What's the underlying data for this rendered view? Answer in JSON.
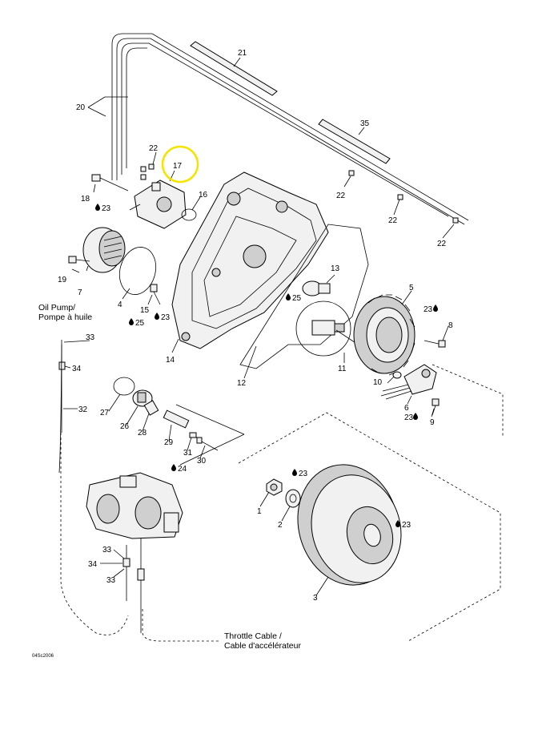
{
  "highlight_color": "#f5e400",
  "labels": {
    "p1": "1",
    "p2": "2",
    "p3": "3",
    "p4": "4",
    "p5": "5",
    "p6": "6",
    "p7": "7",
    "p8": "8",
    "p9": "9",
    "p10": "10",
    "p11": "11",
    "p12": "12",
    "p13": "13",
    "p14": "14",
    "p15": "15",
    "p16": "16",
    "p17": "17",
    "p18": "18",
    "p19": "19",
    "p20": "20",
    "p21": "21",
    "p22": "22",
    "p23": "23",
    "p24": "24",
    "p25": "25",
    "p26": "26",
    "p27": "27",
    "p28": "28",
    "p29": "29",
    "p30": "30",
    "p31": "31",
    "p32": "32",
    "p33": "33",
    "p34": "34",
    "p35": "35"
  },
  "captions": {
    "oil_pump_en": "Oil Pump/",
    "oil_pump_fr": "Pompe à huile",
    "throttle_en": "Throttle Cable /",
    "throttle_fr": "Cable d'accélérateur",
    "figure_ref": "04Sc2006"
  }
}
